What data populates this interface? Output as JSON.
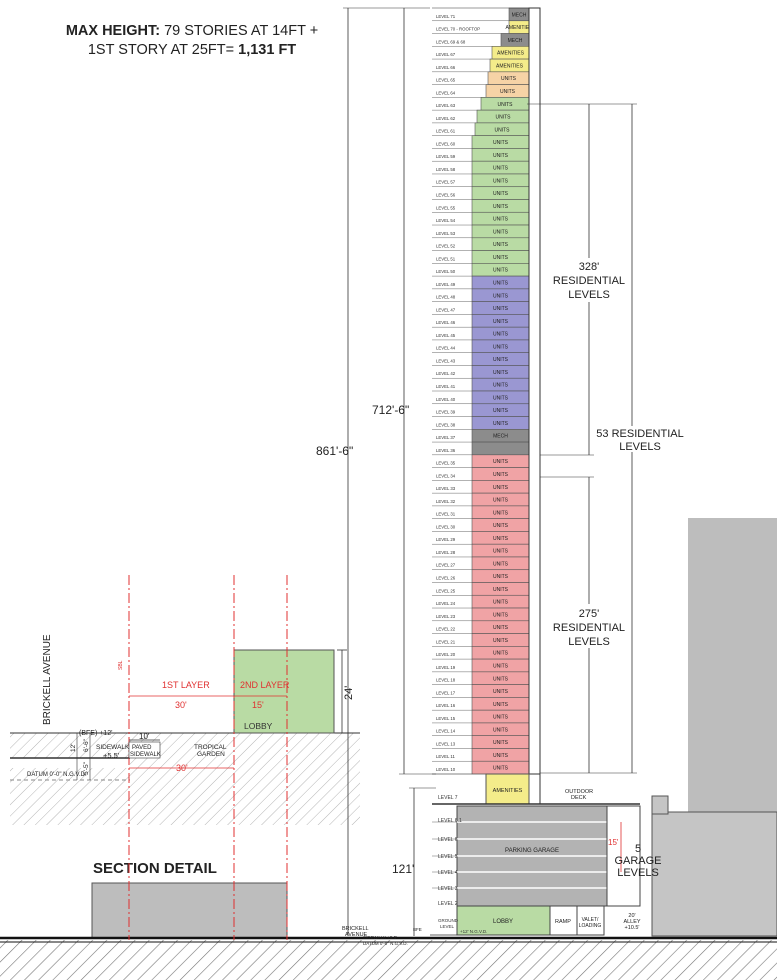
{
  "header": {
    "max_height_label": "MAX HEIGHT:",
    "line1_rest": " 79 STORIES AT 14FT +",
    "line2_prefix": "1ST STORY AT 25FT= ",
    "line2_total": "1,131 FT"
  },
  "section_detail": "SECTION DETAIL",
  "dims": {
    "total": "861'-6\"",
    "tower": "712'-6\"",
    "podium": "121'",
    "res_all_value": "53 RESIDENTIAL",
    "res_all_unit": "LEVELS",
    "res_upper_value": "328'",
    "res_upper_l1": "RESIDENTIAL",
    "res_upper_l2": "LEVELS",
    "res_lower_value": "275'",
    "res_lower_l1": "RESIDENTIAL",
    "res_lower_l2": "LEVELS",
    "garage_num": "5",
    "garage_l1": "GARAGE",
    "garage_l2": "LEVELS",
    "garage_red": "15'"
  },
  "detail": {
    "street": "BRICKELL AVENUE",
    "first_layer": "1ST LAYER",
    "first_layer_dim": "30'",
    "second_layer": "2ND LAYER",
    "second_layer_dim": "15'",
    "lobby": "LOBBY",
    "height_24": "24'",
    "bfe": "(BFE) +12'",
    "dim_10": "10'",
    "sidewalk": "SIDEWALK",
    "sidewalk_elev": "+5.5'",
    "paved_l1": "PAVED",
    "paved_l2": "SIDEWALK",
    "tropical_l1": "TROPICAL",
    "tropical_l2": "GARDEN",
    "dim_30": "30'",
    "datum": "DATUM 0'-0\" N.G.V.D.",
    "dim_12": "12'",
    "dim_66": "6'-6\"",
    "dim_55": "5'-5\"",
    "sbl": "SBL"
  },
  "podium": {
    "amenities": "AMENITIES",
    "outdoor_l1": "OUTDOOR",
    "outdoor_l2": "DECK",
    "parking": "PARKING GARAGE",
    "lobby": "LOBBY",
    "ramp": "RAMP",
    "valet_l1": "VALET/",
    "valet_l2": "LOADING",
    "alley_l1": "20'",
    "alley_l2": "ALLEY",
    "alley_l3": "+10.5'",
    "ground_l1": "GROUND",
    "ground_l2": "LEVEL",
    "ngvd": "+12' N.G.V.D.",
    "brickell_l1": "BRICKELL",
    "brickell_l2": "AVENUE",
    "sidewalk_b": "SIDEWALK +5.5'",
    "datum_b": "DATUM 0'-0\" N.G.V.D.",
    "bfe_b": "BFE",
    "level_7": "LEVEL 7",
    "level_6": "LEVEL 6",
    "level_61": "LEVEL 6.1",
    "level_5": "LEVEL 5",
    "level_4": "LEVEL 4",
    "level_3": "LEVEL 3",
    "level_2": "LEVEL 2"
  },
  "tower": {
    "levels": [
      {
        "label": "LEVEL 71",
        "program": "MECH",
        "color": "#8c8c8c"
      },
      {
        "label": "LEVEL 70 - ROOFTOP",
        "program": "AMENITIES",
        "color": "#f4ec8a"
      },
      {
        "label": "LEVEL 69 & 68",
        "program": "MECH",
        "color": "#8c8c8c"
      },
      {
        "label": "LEVEL 67",
        "program": "AMENITIES",
        "color": "#f4ec8a"
      },
      {
        "label": "LEVEL 66",
        "program": "AMENITIES",
        "color": "#f4ec8a"
      },
      {
        "label": "LEVEL 65",
        "program": "UNITS",
        "color": "#f6d3a6"
      },
      {
        "label": "LEVEL 64",
        "program": "UNITS",
        "color": "#f6d3a6"
      },
      {
        "label": "LEVEL 63",
        "program": "UNITS",
        "color": "#b9dba4"
      },
      {
        "label": "LEVEL 62",
        "program": "UNITS",
        "color": "#b9dba4"
      },
      {
        "label": "LEVEL 61",
        "program": "UNITS",
        "color": "#b9dba4"
      },
      {
        "label": "LEVEL 60",
        "program": "UNITS",
        "color": "#b9dba4"
      },
      {
        "label": "LEVEL 59",
        "program": "UNITS",
        "color": "#b9dba4"
      },
      {
        "label": "LEVEL 58",
        "program": "UNITS",
        "color": "#b9dba4"
      },
      {
        "label": "LEVEL 57",
        "program": "UNITS",
        "color": "#b9dba4"
      },
      {
        "label": "LEVEL 56",
        "program": "UNITS",
        "color": "#b9dba4"
      },
      {
        "label": "LEVEL 55",
        "program": "UNITS",
        "color": "#b9dba4"
      },
      {
        "label": "LEVEL 54",
        "program": "UNITS",
        "color": "#b9dba4"
      },
      {
        "label": "LEVEL 53",
        "program": "UNITS",
        "color": "#b9dba4"
      },
      {
        "label": "LEVEL 52",
        "program": "UNITS",
        "color": "#b9dba4"
      },
      {
        "label": "LEVEL 51",
        "program": "UNITS",
        "color": "#b9dba4"
      },
      {
        "label": "LEVEL 50",
        "program": "UNITS",
        "color": "#b9dba4"
      },
      {
        "label": "LEVEL 49",
        "program": "UNITS",
        "color": "#9a97d2"
      },
      {
        "label": "LEVEL 48",
        "program": "UNITS",
        "color": "#9a97d2"
      },
      {
        "label": "LEVEL 47",
        "program": "UNITS",
        "color": "#9a97d2"
      },
      {
        "label": "LEVEL 46",
        "program": "UNITS",
        "color": "#9a97d2"
      },
      {
        "label": "LEVEL 45",
        "program": "UNITS",
        "color": "#9a97d2"
      },
      {
        "label": "LEVEL 44",
        "program": "UNITS",
        "color": "#9a97d2"
      },
      {
        "label": "LEVEL 43",
        "program": "UNITS",
        "color": "#9a97d2"
      },
      {
        "label": "LEVEL 42",
        "program": "UNITS",
        "color": "#9a97d2"
      },
      {
        "label": "LEVEL 41",
        "program": "UNITS",
        "color": "#9a97d2"
      },
      {
        "label": "LEVEL 40",
        "program": "UNITS",
        "color": "#9a97d2"
      },
      {
        "label": "LEVEL 39",
        "program": "UNITS",
        "color": "#9a97d2"
      },
      {
        "label": "LEVEL 38",
        "program": "UNITS",
        "color": "#9a97d2"
      },
      {
        "label": "LEVEL 37",
        "program": "MECH",
        "color": "#8c8c8c"
      },
      {
        "label": "LEVEL 36",
        "program": "",
        "color": "#8c8c8c"
      },
      {
        "label": "LEVEL 35",
        "program": "UNITS",
        "color": "#f0a3a5"
      },
      {
        "label": "LEVEL 34",
        "program": "UNITS",
        "color": "#f0a3a5"
      },
      {
        "label": "LEVEL 33",
        "program": "UNITS",
        "color": "#f0a3a5"
      },
      {
        "label": "LEVEL 32",
        "program": "UNITS",
        "color": "#f0a3a5"
      },
      {
        "label": "LEVEL 31",
        "program": "UNITS",
        "color": "#f0a3a5"
      },
      {
        "label": "LEVEL 30",
        "program": "UNITS",
        "color": "#f0a3a5"
      },
      {
        "label": "LEVEL 29",
        "program": "UNITS",
        "color": "#f0a3a5"
      },
      {
        "label": "LEVEL 28",
        "program": "UNITS",
        "color": "#f0a3a5"
      },
      {
        "label": "LEVEL 27",
        "program": "UNITS",
        "color": "#f0a3a5"
      },
      {
        "label": "LEVEL 26",
        "program": "UNITS",
        "color": "#f0a3a5"
      },
      {
        "label": "LEVEL 25",
        "program": "UNITS",
        "color": "#f0a3a5"
      },
      {
        "label": "LEVEL 24",
        "program": "UNITS",
        "color": "#f0a3a5"
      },
      {
        "label": "LEVEL 23",
        "program": "UNITS",
        "color": "#f0a3a5"
      },
      {
        "label": "LEVEL 22",
        "program": "UNITS",
        "color": "#f0a3a5"
      },
      {
        "label": "LEVEL 21",
        "program": "UNITS",
        "color": "#f0a3a5"
      },
      {
        "label": "LEVEL 20",
        "program": "UNITS",
        "color": "#f0a3a5"
      },
      {
        "label": "LEVEL 19",
        "program": "UNITS",
        "color": "#f0a3a5"
      },
      {
        "label": "LEVEL 18",
        "program": "UNITS",
        "color": "#f0a3a5"
      },
      {
        "label": "LEVEL 17",
        "program": "UNITS",
        "color": "#f0a3a5"
      },
      {
        "label": "LEVEL 16",
        "program": "UNITS",
        "color": "#f0a3a5"
      },
      {
        "label": "LEVEL 15",
        "program": "UNITS",
        "color": "#f0a3a5"
      },
      {
        "label": "LEVEL 14",
        "program": "UNITS",
        "color": "#f0a3a5"
      },
      {
        "label": "LEVEL 13",
        "program": "UNITS",
        "color": "#f0a3a5"
      },
      {
        "label": "LEVEL 11",
        "program": "UNITS",
        "color": "#f0a3a5"
      },
      {
        "label": "LEVEL 10",
        "program": "UNITS",
        "color": "#f0a3a5"
      }
    ]
  }
}
